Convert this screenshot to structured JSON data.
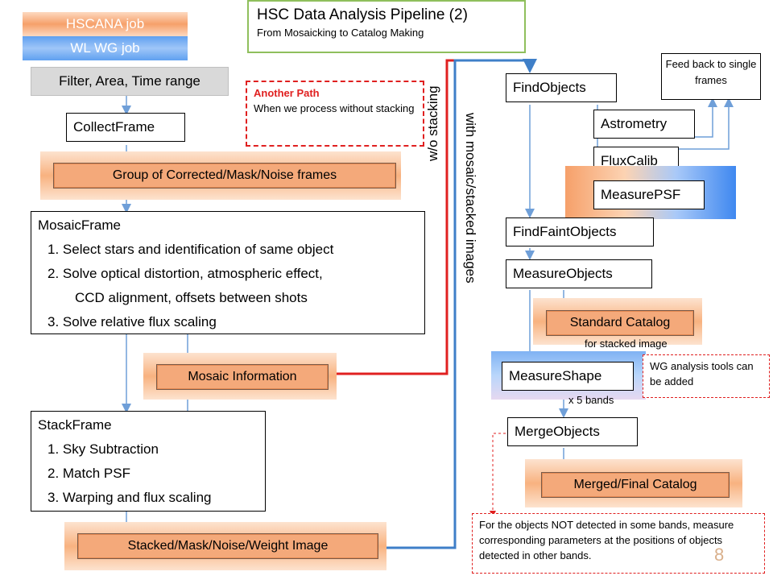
{
  "legend": {
    "hscana": "HSCANA job",
    "wlwg": "WL WG job"
  },
  "title": {
    "main": "HSC Data Analysis Pipeline (2)",
    "sub": "From Mosaicking to Catalog Making"
  },
  "left": {
    "filter": "Filter, Area, Time range",
    "collect": "CollectFrame",
    "group": "Group of Corrected/Mask/Noise frames",
    "mosaic_frame": {
      "title": "MosaicFrame",
      "items": [
        "1. Select stars and identification of same object",
        "2. Solve optical distortion, atmospheric effect,",
        "CCD alignment, offsets between shots",
        "3. Solve relative flux scaling"
      ]
    },
    "mosaic_info": "Mosaic Information",
    "stack_frame": {
      "title": "StackFrame",
      "items": [
        "1. Sky Subtraction",
        "2. Match PSF",
        "3. Warping and flux scaling"
      ]
    },
    "stacked": "Stacked/Mask/Noise/Weight Image"
  },
  "another_path": {
    "title": "Another Path",
    "text": "When we process without stacking"
  },
  "vertical": {
    "wo_stacking": "w/o stacking",
    "with_mosaic": "with mosaic/stacked images"
  },
  "right": {
    "find_objects": "FindObjects",
    "feed_back": "Feed back to single frames",
    "astrometry": "Astrometry",
    "flux_calib": "FluxCalib",
    "measure_psf": "MeasurePSF",
    "find_faint": "FindFaintObjects",
    "measure_objects": "MeasureObjects",
    "standard_catalog": "Standard Catalog",
    "for_stacked": "for stacked image",
    "measure_shape": "MeasureShape",
    "wg_tools": "WG analysis  tools can be added",
    "x5bands": "x 5 bands",
    "merge_objects": "MergeObjects",
    "merged_catalog": "Merged/Final Catalog",
    "note_text": "For the objects NOT detected in some bands, measure corresponding parameters at the positions of objects detected in other bands."
  },
  "page_number": "8",
  "colors": {
    "accent_red": "#e02020",
    "accent_blue": "#3f7fc8",
    "arrow": "#6f9fd8",
    "title_border": "#8fbf5c"
  }
}
